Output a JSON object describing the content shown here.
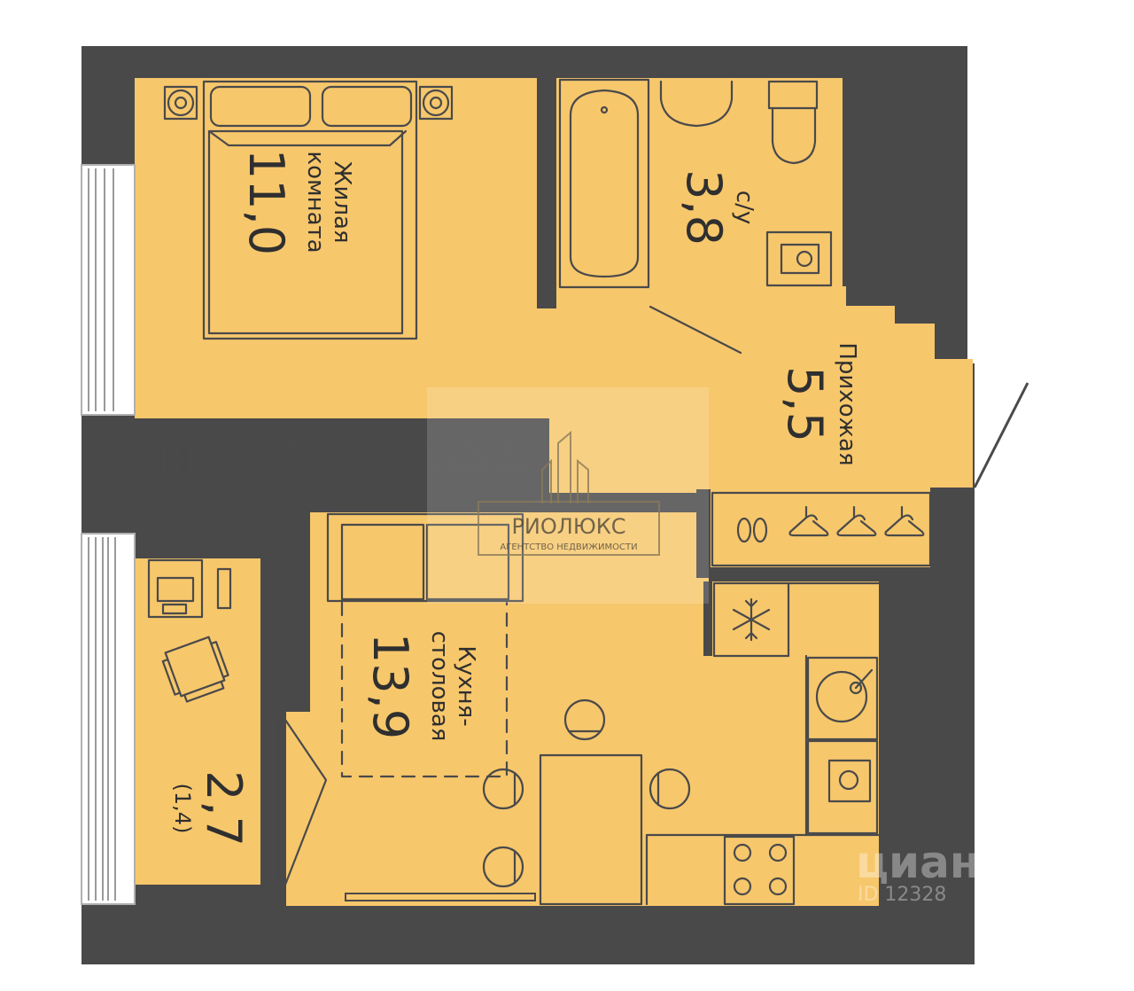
{
  "plan": {
    "colors": {
      "wall": "#494949",
      "floor": "#f7c76c",
      "line": "#4a4a4a",
      "text": "#2f2f2f"
    },
    "rooms": [
      {
        "id": "bedroom",
        "name": "Жилая\nкомната",
        "area": "11,0"
      },
      {
        "id": "bathroom",
        "name": "с/у",
        "area": "3,8"
      },
      {
        "id": "hallway",
        "name": "Прихожая",
        "area": "5,5"
      },
      {
        "id": "kitchen",
        "name": "Кухня-\nстоловая",
        "area": "13,9"
      },
      {
        "id": "balcony",
        "name": "",
        "area": "2,7",
        "sub": "(1,4)"
      }
    ],
    "fixtures": [
      "bed-icon",
      "bathtub-icon",
      "sink-icon",
      "toilet-icon",
      "washer-icon",
      "wardrobe-icon",
      "hanger-icon",
      "slippers-icon",
      "sofa-icon",
      "dining-table-icon",
      "chair-icon",
      "fridge-icon",
      "cooktop-icon",
      "oven-icon",
      "desk-icon",
      "armchair-icon"
    ]
  },
  "watermark": {
    "brand": "РИОЛЮКС",
    "tagline": "АГЕНТСТВО НЕДВИЖИМОСТИ"
  },
  "cian": {
    "logo": "циан",
    "id": "ID 12328"
  }
}
